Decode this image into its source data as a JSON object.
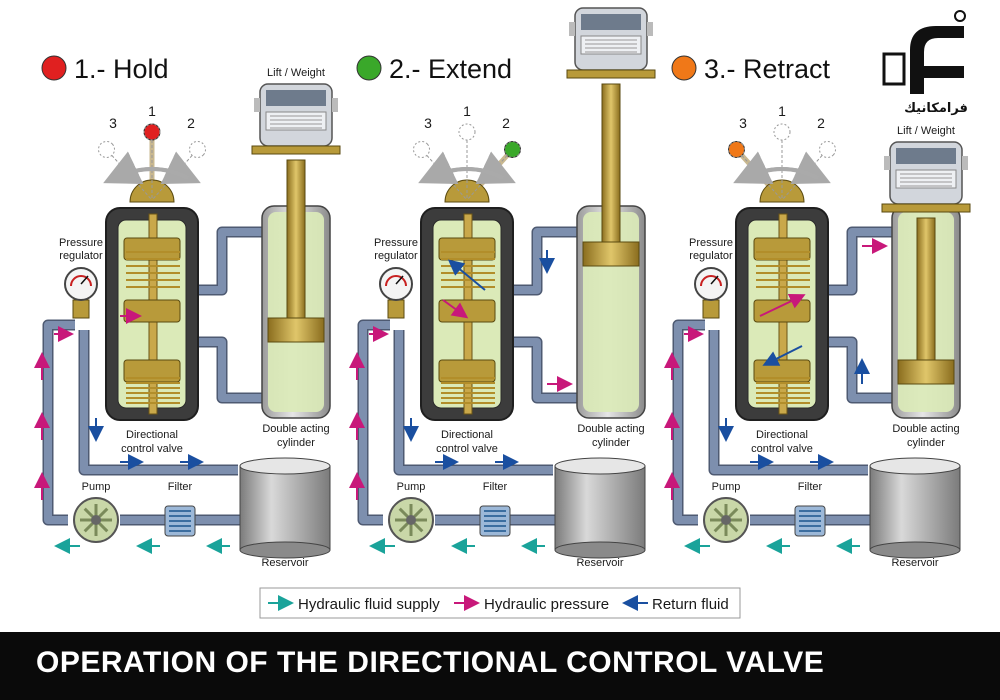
{
  "states": [
    {
      "title": "1.- Hold",
      "color": "#e02020",
      "lever_numbers": [
        "3",
        "1",
        "2"
      ]
    },
    {
      "title": "2.- Extend",
      "color": "#3aa82a",
      "lever_numbers": [
        "3",
        "1",
        "2"
      ]
    },
    {
      "title": "3.- Retract",
      "color": "#f07818",
      "lever_numbers": [
        "3",
        "1",
        "2"
      ]
    }
  ],
  "labels": {
    "lift_weight": "Lift / Weight",
    "pressure_regulator_1": "Pressure",
    "pressure_regulator_2": "regulator",
    "directional_1": "Directional",
    "directional_2": "control valve",
    "cylinder_1": "Double acting",
    "cylinder_2": "cylinder",
    "pump": "Pump",
    "filter": "Filter",
    "reservoir": "Reservoir"
  },
  "legend": [
    {
      "label": "Hydraulic fluid supply",
      "color": "#1aa39a"
    },
    {
      "label": "Hydraulic pressure",
      "color": "#c8187a"
    },
    {
      "label": "Return fluid",
      "color": "#1a4fa0"
    }
  ],
  "logo_text": "فرامكانيك",
  "footer_title": "OPERATION OF THE DIRECTIONAL CONTROL VALVE",
  "colors": {
    "pipe": "#7d8fae",
    "fluid": "#dbeab8",
    "brass": "#b89a3a",
    "valve_body": "#4a4a4a",
    "footer_bg": "#0a0a0a"
  }
}
